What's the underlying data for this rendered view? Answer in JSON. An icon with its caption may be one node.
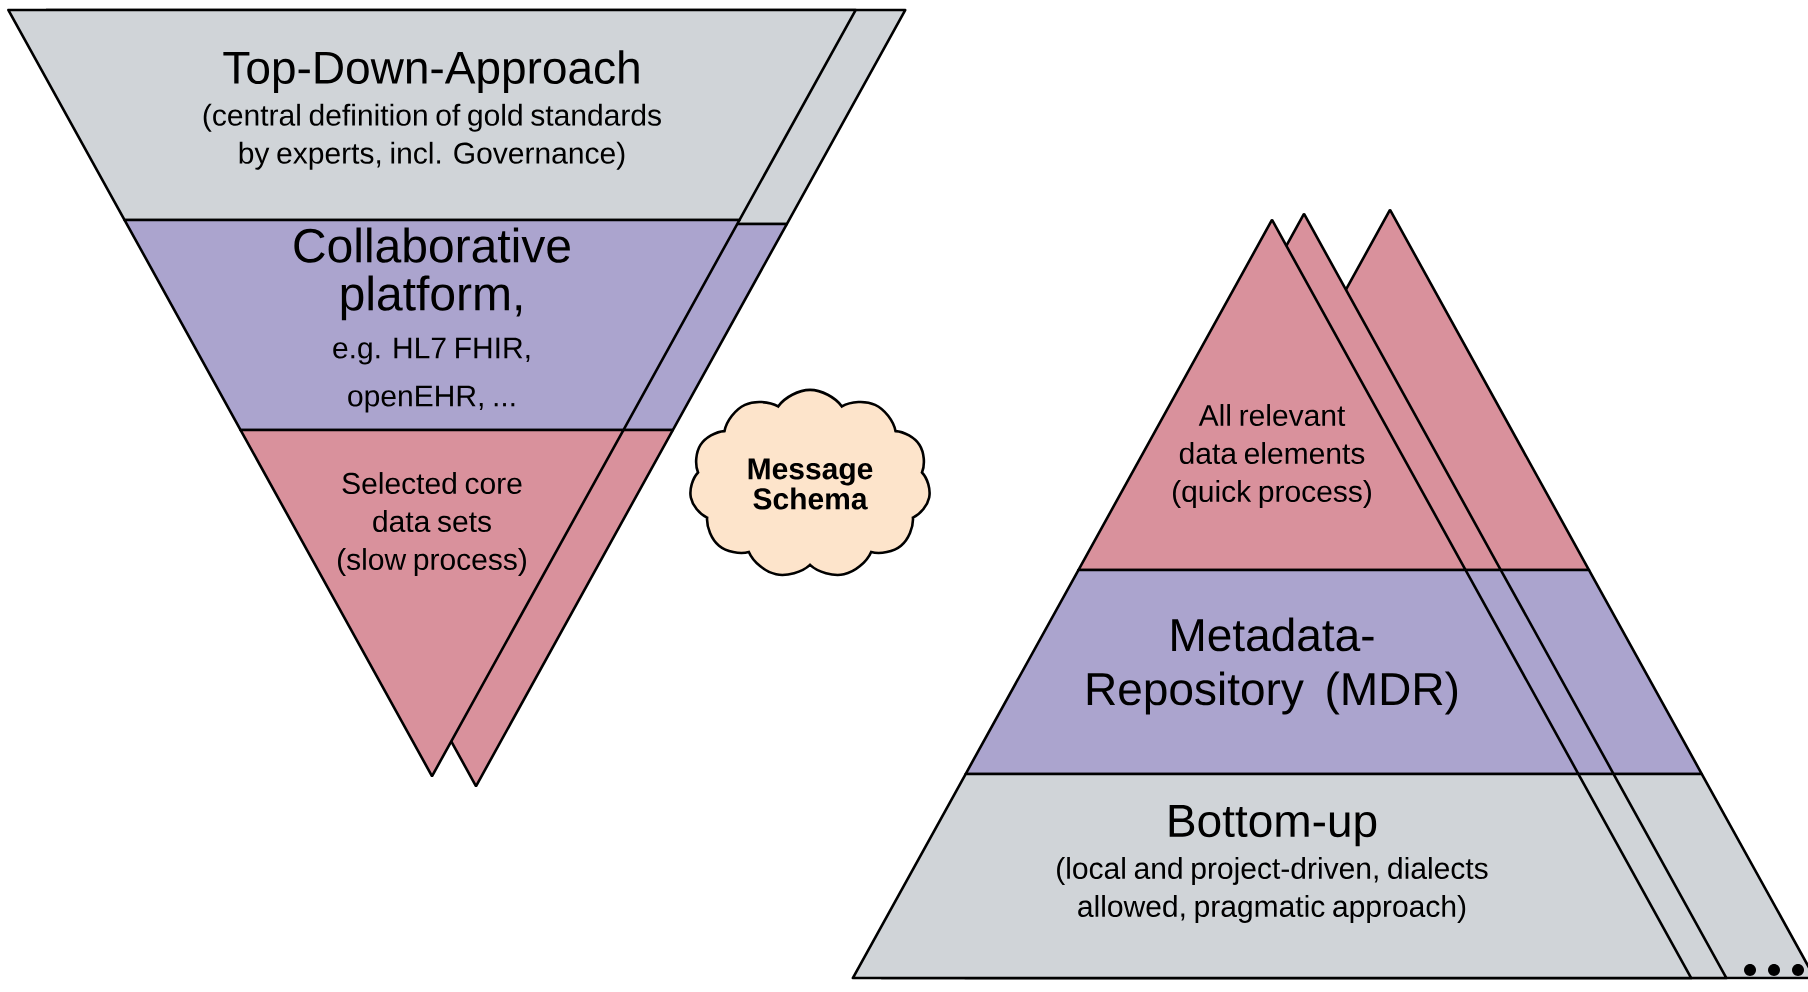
{
  "diagram": {
    "nodes": [
      {
        "text": [
          "Top-Down-Approach",
          "(central definition of gold standards by experts, incl. Governance)"
        ]
      },
      {
        "text": [
          "Collaborative platform,",
          "e.g. HL7 FHIR, openEHR, ..."
        ]
      },
      {
        "text": [
          "Selected core data sets (slow process)"
        ]
      },
      {
        "text": [
          "Message Schema"
        ]
      },
      {
        "text": [
          "All relevant data elements (quick process)"
        ]
      },
      {
        "text": [
          "Metadata-Repository (MDR)"
        ]
      },
      {
        "text": [
          "Bottom-up",
          "(local and project-driven, dialects allowed, pragmatic approach)"
        ]
      }
    ]
  }
}
